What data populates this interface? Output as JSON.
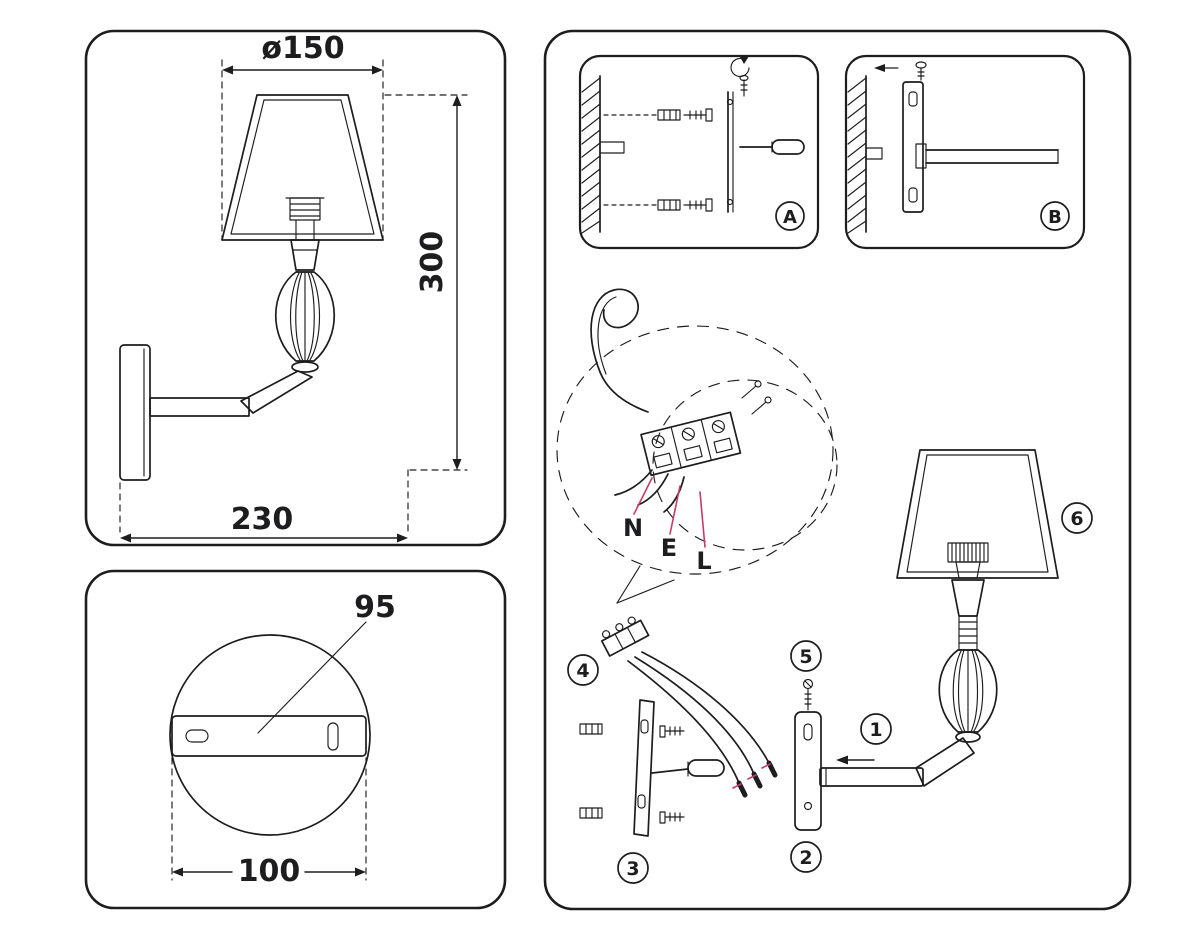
{
  "dimension_view": {
    "shade_diameter": "ø150",
    "overall_height": "300",
    "overall_depth": "230"
  },
  "backplate_view": {
    "hole_spacing": "95",
    "plate_width": "100"
  },
  "installation_view": {
    "detail_a_label": "A",
    "detail_b_label": "B",
    "wiring": {
      "neutral": "N",
      "earth": "E",
      "live": "L"
    },
    "steps": {
      "s1": "1",
      "s2": "2",
      "s3": "3",
      "s4": "4",
      "s5": "5",
      "s6": "6"
    }
  },
  "colors": {
    "ink": "#1d1d1f",
    "accent": "#c63b6b",
    "paper": "#ffffff"
  }
}
